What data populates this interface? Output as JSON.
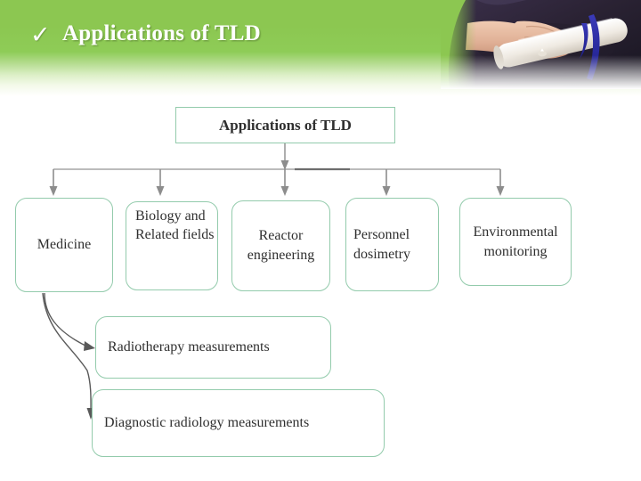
{
  "slide": {
    "title": "Applications of TLD",
    "bullet_icon": "check-icon",
    "bullet_glyph": "✓",
    "banner_color": "#8cc751",
    "node_border_color": "#93cbac",
    "connector_color": "#808080",
    "text_color": "#2f2f2f"
  },
  "photo": {
    "name": "graduate-holding-diploma-photo",
    "description": "Hand holding rolled diploma with blue ribbon"
  },
  "diagram": {
    "type": "tree",
    "root": {
      "label": "Applications of TLD"
    },
    "branches": [
      {
        "label": "Medicine"
      },
      {
        "label": "Biology and Related fields"
      },
      {
        "label": "Reactor engineering"
      },
      {
        "label": "Personnel dosimetry"
      },
      {
        "label": "Environmental monitoring"
      }
    ],
    "medicine_children": [
      {
        "label": "Radiotherapy measurements"
      },
      {
        "label": "Diagnostic radiology measurements"
      }
    ]
  }
}
